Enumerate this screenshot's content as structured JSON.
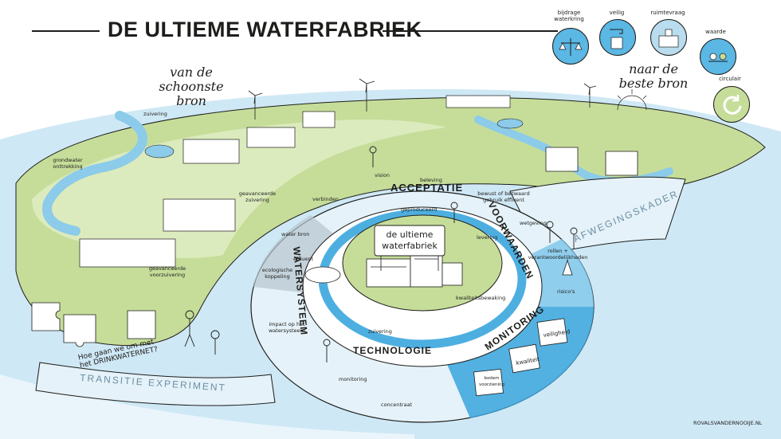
{
  "header": {
    "title": "DE ULTIEME WATERFABRIEK"
  },
  "banners": {
    "left": "van de\nschoonste bron",
    "right": "naar de\nbeste bron"
  },
  "badges": [
    {
      "label": "bijdrage\nwaterkring",
      "icon": "scale-icon"
    },
    {
      "label": "veilig",
      "icon": "tap-icon"
    },
    {
      "label": "ruimtevraag",
      "icon": "building-icon"
    },
    {
      "label": "waarde",
      "icon": "balance-icon"
    },
    {
      "label": "circulair",
      "icon": "cycle-icon"
    }
  ],
  "rings": {
    "acceptatie": "ACCEPTATIE",
    "voorwaarden": "VOORWAARDEN",
    "monitoring": "MONITORING",
    "technologie": "TECHNOLOGIE",
    "watersysteem": "WATERSYSTEEM",
    "afwegingskader": "AFWEGINGSKADER",
    "transitie": "TRANSITIE EXPERIMENT"
  },
  "center_sign": "de ultieme\nwaterfabriek",
  "landscape_labels": {
    "zuivering": "zuivering",
    "grondwater": "grondwater\nonttrekking",
    "geavanceerde_zuivering": "geavanceerde\nzuivering",
    "geavanceerde_voorzuivering": "geavanceerde\nvoorzuivering",
    "waterbron": "water bron"
  },
  "ring_labels": {
    "verbinden": "verbinden",
    "vision": "vision",
    "beleving": "beleving",
    "geproduceerd": "geproduceerd",
    "bewust_effluent": "bewust of bezwaard\ngebruik effluent",
    "effluent": "effluent",
    "levering": "levering",
    "kwaliteitsbewaking": "kwaliteitsbewaking",
    "wetgeving": "wetgeving",
    "rollen": "rollen +\nverantwoordelijkheden",
    "risicos": "risico's",
    "ecologische_koppeling": "ecologische\nkoppeling",
    "impact": "impact op het\nwatersysteem",
    "zuivering_tech": "zuivering",
    "monitoring_bio": "monitoring",
    "concentraat": "concentraat",
    "veiligheid": "veiligheid",
    "kwaliteit": "kwaliteit",
    "bodemvoorziening": "bodem\nvoorziening"
  },
  "question": "Hoe gaan we om met\nhet DRINKWATERNET?",
  "credits": "ROVALSVANDERNOOIJE.NL",
  "colors": {
    "green": "#c6dd9a",
    "light_green": "#dcebbd",
    "water": "#b9dcef",
    "water_dark": "#5bb7e3",
    "ring_blue": "#3aa6dd",
    "ring_light": "#e5f2f9",
    "ink": "#1d1d1b"
  }
}
